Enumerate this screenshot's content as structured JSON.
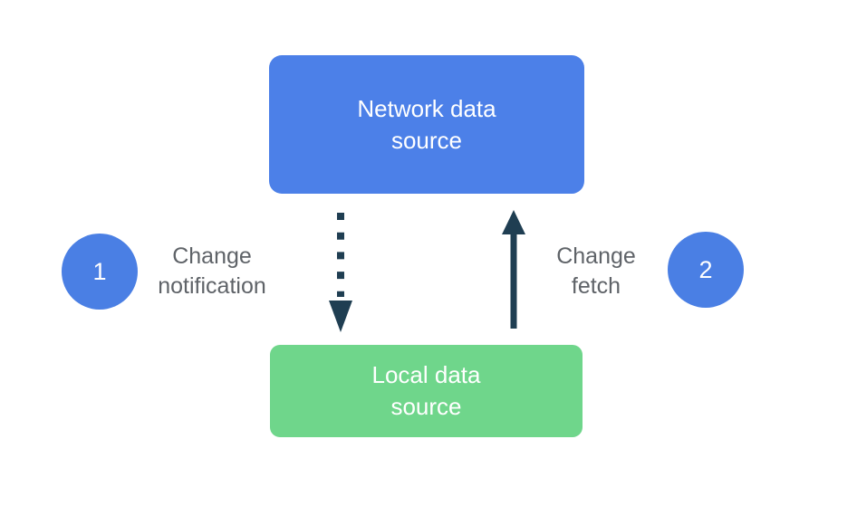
{
  "colors": {
    "box_blue": "#4C80E8",
    "box_green": "#6FD68B",
    "circle_blue": "#4A7FE4",
    "arrow_navy": "#1F3E52",
    "label_gray": "#5F6368",
    "box_text_white": "#FFFFFF"
  },
  "nodes": {
    "network": {
      "label": "Network data\nsource"
    },
    "local": {
      "label": "Local data\nsource"
    }
  },
  "steps": {
    "one": {
      "number": "1",
      "label": "Change\nnotification"
    },
    "two": {
      "number": "2",
      "label": "Change\nfetch"
    }
  },
  "arrows": {
    "notification": {
      "style": "dotted",
      "direction": "down",
      "meaning": "Change notification"
    },
    "fetch": {
      "style": "solid",
      "direction": "up",
      "meaning": "Change fetch"
    }
  }
}
